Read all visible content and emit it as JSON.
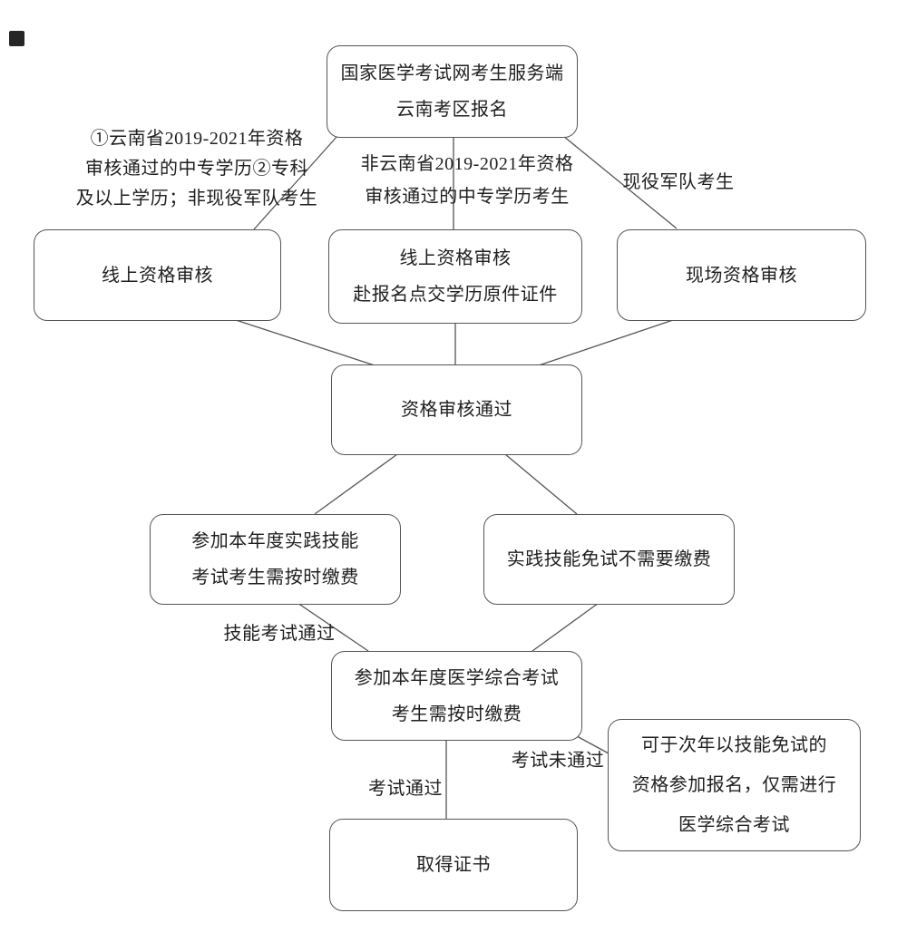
{
  "nodes": {
    "portal": [
      "国家医学考试网考生服务端",
      "云南考区报名"
    ],
    "online_review": [
      "线上资格审核"
    ],
    "online_review_submit": [
      "线上资格审核",
      "赴报名点交学历原件证件"
    ],
    "onsite_review": [
      "现场资格审核"
    ],
    "review_passed": [
      "资格审核通过"
    ],
    "skill_exam_pay": [
      "参加本年度实践技能",
      "考试考生需按时缴费"
    ],
    "skill_exempt": [
      "实践技能免试不需要缴费"
    ],
    "medical_exam_pay": [
      "参加本年度医学综合考试",
      "考生需按时缴费"
    ],
    "retry_next_year": [
      "可于次年以技能免试的",
      "资格参加报名，仅需进行",
      "医学综合考试"
    ],
    "certificate": [
      "取得证书"
    ]
  },
  "edge_labels": {
    "left_condition": [
      "①云南省2019-2021年资格",
      "审核通过的中专学历②专科",
      "及以上学历；非现役军队考生"
    ],
    "mid_condition": [
      "非云南省2019-2021年资格",
      "审核通过的中专学历考生"
    ],
    "right_condition": "现役军队考生",
    "skill_passed": "技能考试通过",
    "exam_passed": "考试通过",
    "exam_failed": "考试未通过"
  },
  "colors": {
    "background": "#ffffff",
    "box_border": "#555555",
    "connector": "#555555",
    "text": "#1f1f1f",
    "corner_mark": "#262626"
  }
}
